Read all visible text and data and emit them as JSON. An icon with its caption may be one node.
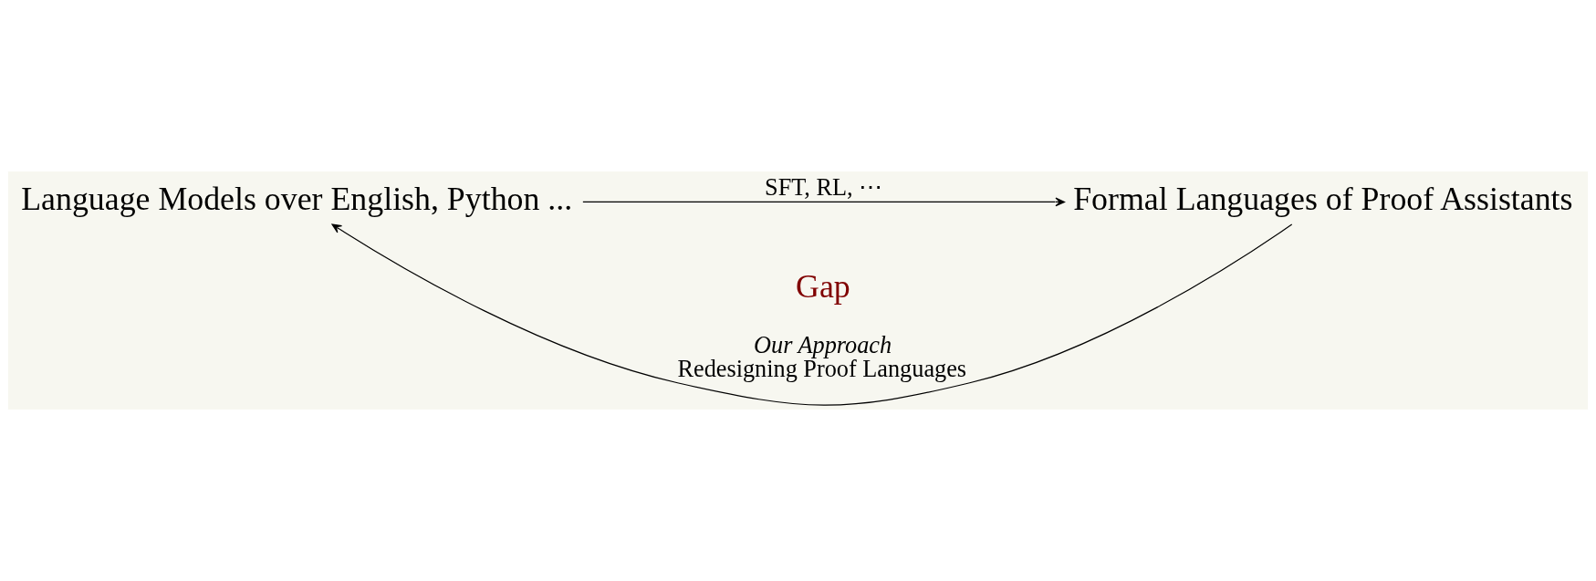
{
  "diagram": {
    "nodes": [
      {
        "text": [
          "Language Models over English, Python ..."
        ]
      },
      {
        "text": [
          "Formal Languages of Proof Assistants"
        ]
      }
    ],
    "edges": [
      {
        "from": 0,
        "to": 1,
        "arrow": "to",
        "label": "SFT, RL, ⋯"
      },
      {
        "from": 1,
        "to": 0,
        "arrow": "to",
        "label": "*Our Approach* Redesigning Proof Languages"
      }
    ],
    "labels": [
      "Gap"
    ]
  }
}
